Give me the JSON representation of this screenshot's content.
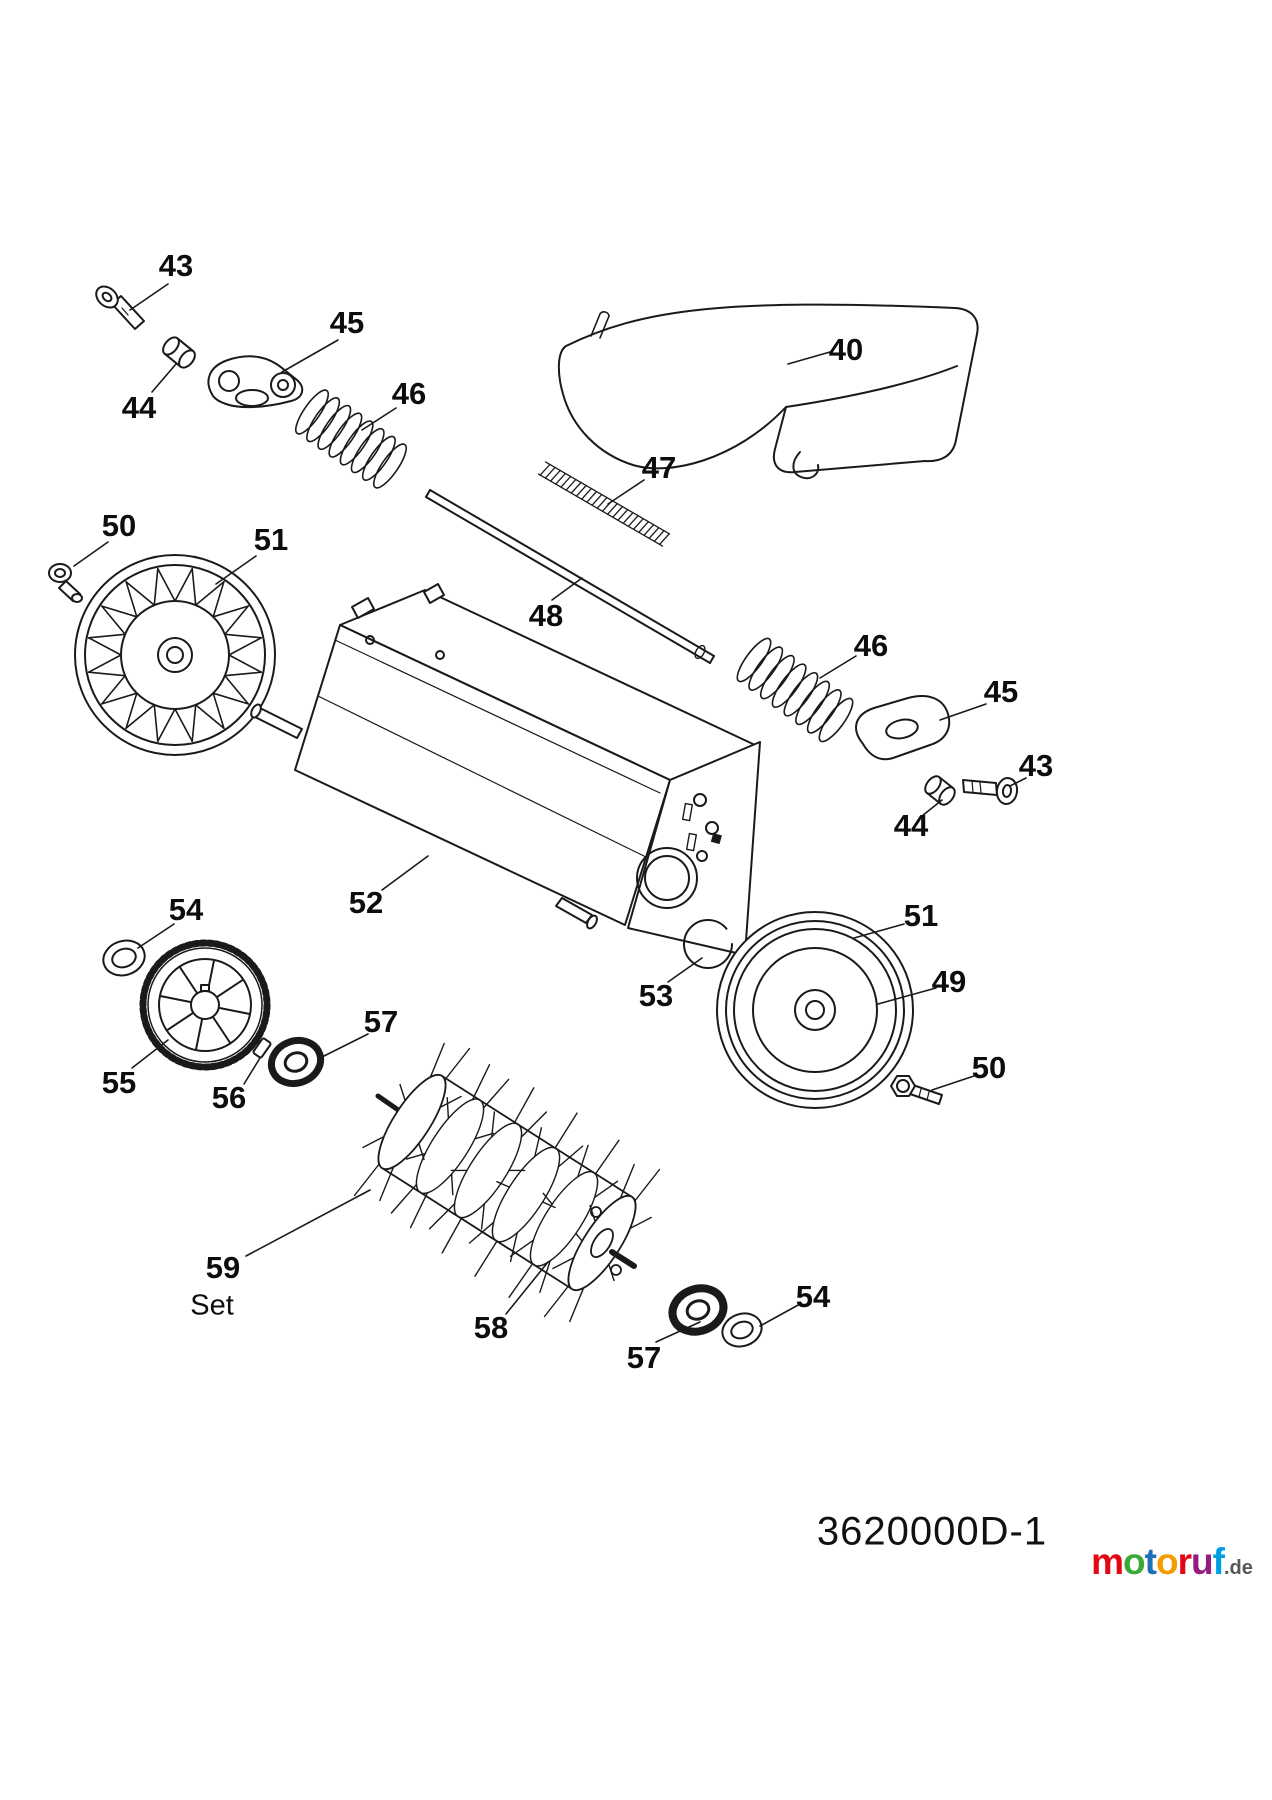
{
  "style": {
    "line_color": "#1a1a1a",
    "background": "#ffffff"
  },
  "callouts": {
    "c43a": "43",
    "c45a": "45",
    "c44a": "44",
    "c46a": "46",
    "c40": "40",
    "c47": "47",
    "c50a": "50",
    "c51a": "51",
    "c48": "48",
    "c46b": "46",
    "c45b": "45",
    "c43b": "43",
    "c44b": "44",
    "c52": "52",
    "c54a": "54",
    "c51b": "51",
    "c49": "49",
    "c53": "53",
    "c57a": "57",
    "c55": "55",
    "c56": "56",
    "c50b": "50",
    "c59": "59",
    "c59_set": "Set",
    "c58": "58",
    "c54b": "54",
    "c57b": "57"
  },
  "footer": {
    "part_number": "3620000D-1"
  },
  "logo": {
    "letters": [
      {
        "char": "m",
        "color": "#e30613"
      },
      {
        "char": "o",
        "color": "#3aaa35"
      },
      {
        "char": "t",
        "color": "#1d70b7"
      },
      {
        "char": "o",
        "color": "#f59c00"
      },
      {
        "char": "r",
        "color": "#e30613"
      },
      {
        "char": "u",
        "color": "#951b81"
      },
      {
        "char": "f",
        "color": "#009fe3"
      }
    ],
    "suffix": ".de",
    "suffix_color": "#575756"
  }
}
